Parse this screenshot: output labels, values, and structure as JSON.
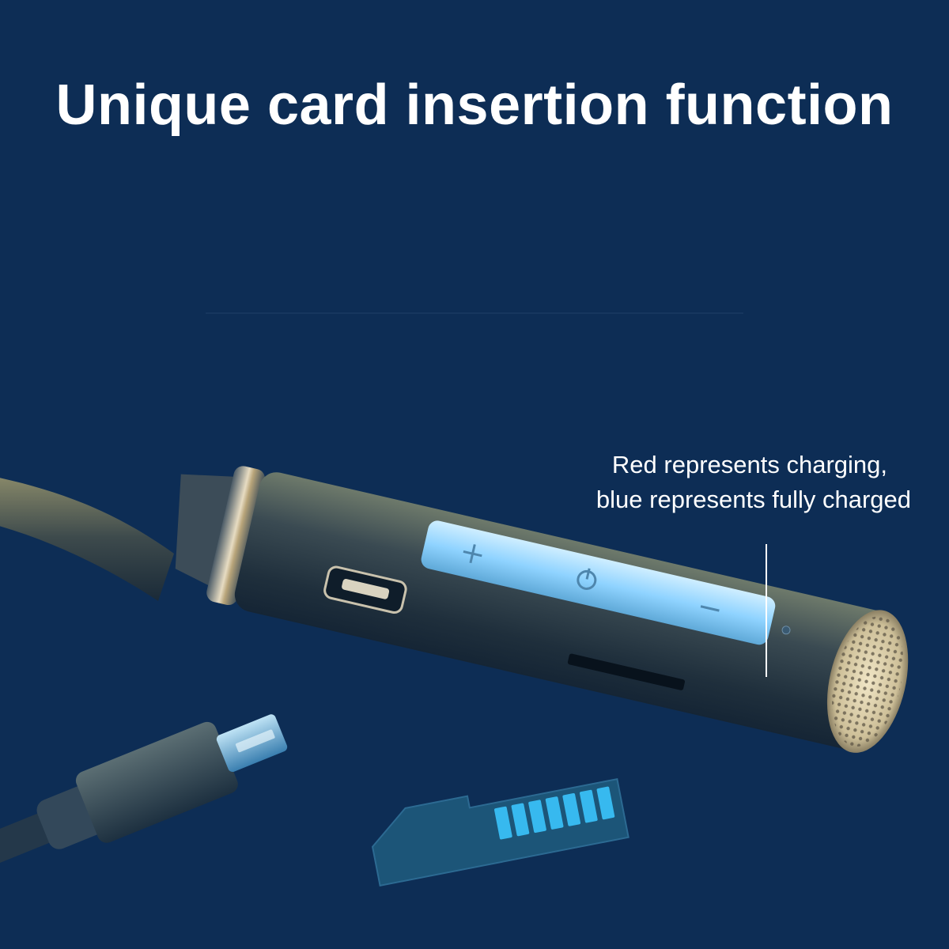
{
  "headline": "Unique card insertion function",
  "callout": {
    "line1": "Red represents charging,",
    "line2": "blue represents fully charged"
  },
  "colors": {
    "background": "#0d2d55",
    "text": "#ffffff",
    "button_accent": "#8fd3ff",
    "card_contacts": "#37b9ef",
    "device_body": "#2b3a44",
    "grille": "#d6c9a3"
  },
  "icons": {
    "plus": "plus-icon",
    "power": "power-icon",
    "minus": "minus-icon"
  }
}
